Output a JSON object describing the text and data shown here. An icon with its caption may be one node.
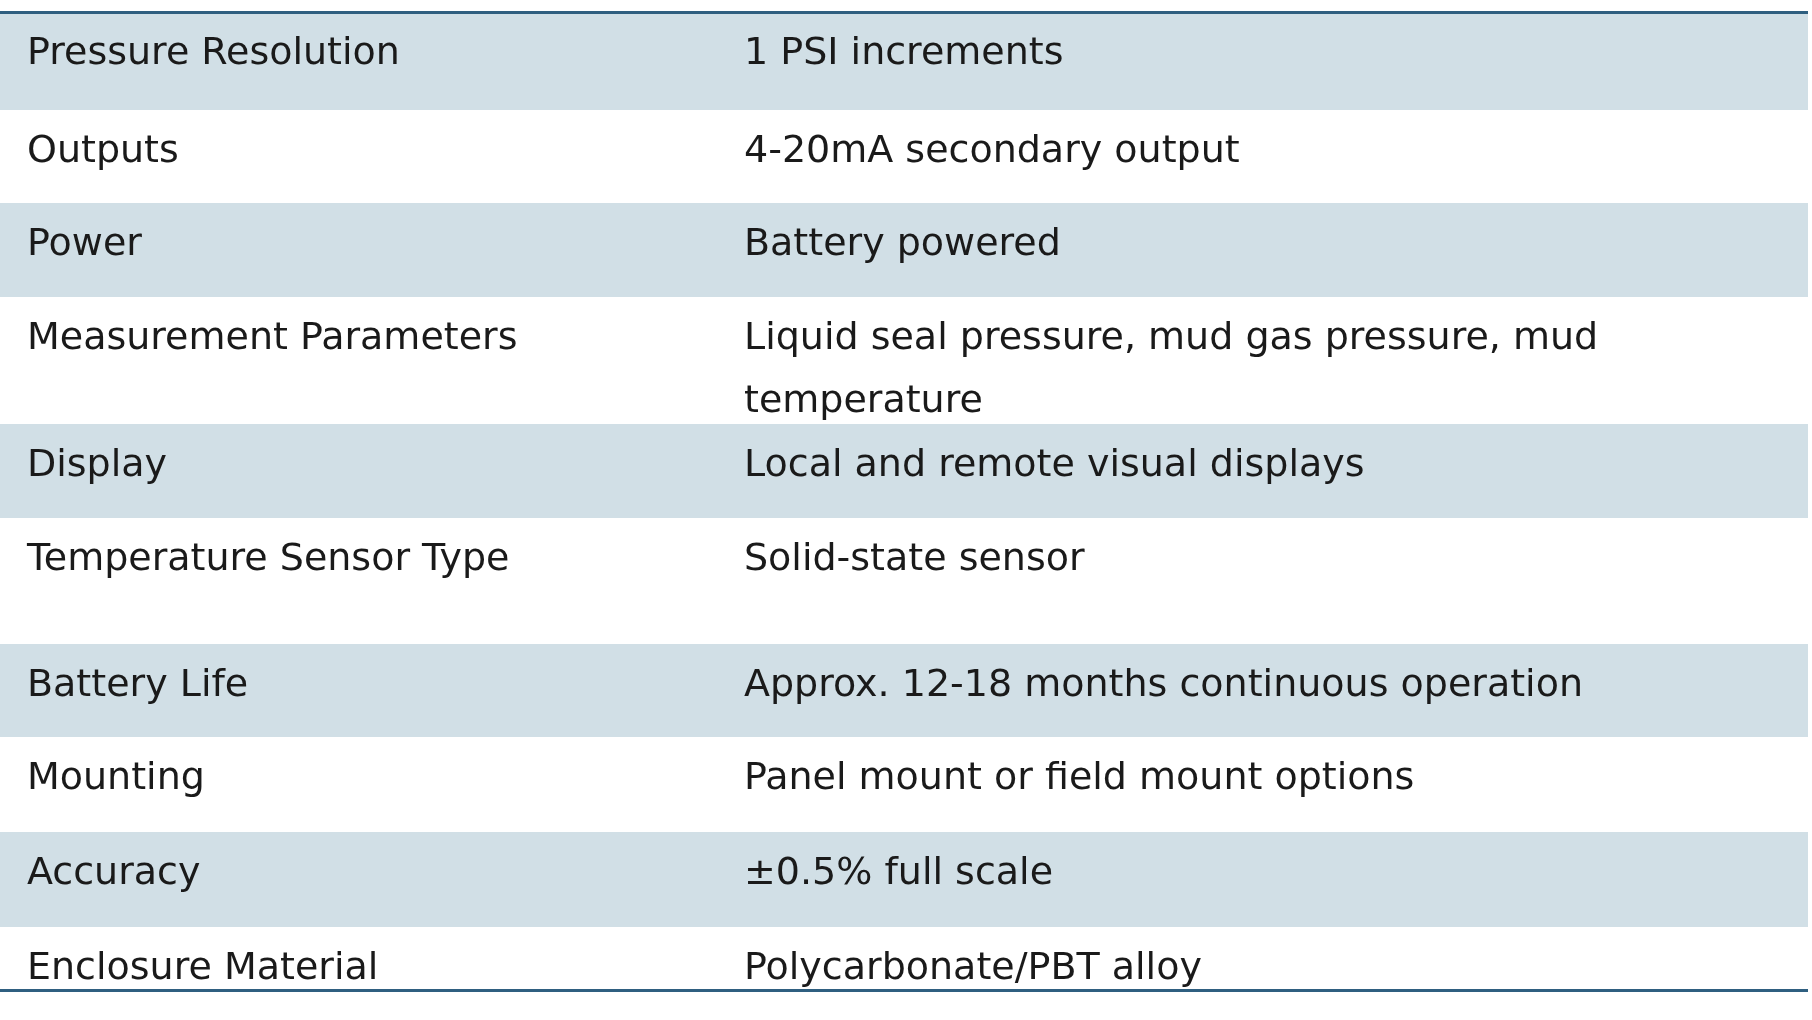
{
  "diagram": {
    "labels": [
      "Pressure Resolution",
      "1 PSI increments",
      "Outputs",
      "4-20mA secondary output",
      "Power",
      "Battery powered",
      "Measurement Parameters",
      "Liquid seal pressure, mud gas pressure, mud temperature",
      "Display",
      "Local and remote visual displays",
      "Temperature Sensor Type",
      "Solid-state sensor",
      "Battery Life",
      "Approx. 12-18 months continuous operation",
      "Mounting",
      "Panel mount or field mount options",
      "Accuracy",
      "±0.5% full scale",
      "Enclosure Material",
      "Polycarbonate/PBT alloy"
    ]
  }
}
